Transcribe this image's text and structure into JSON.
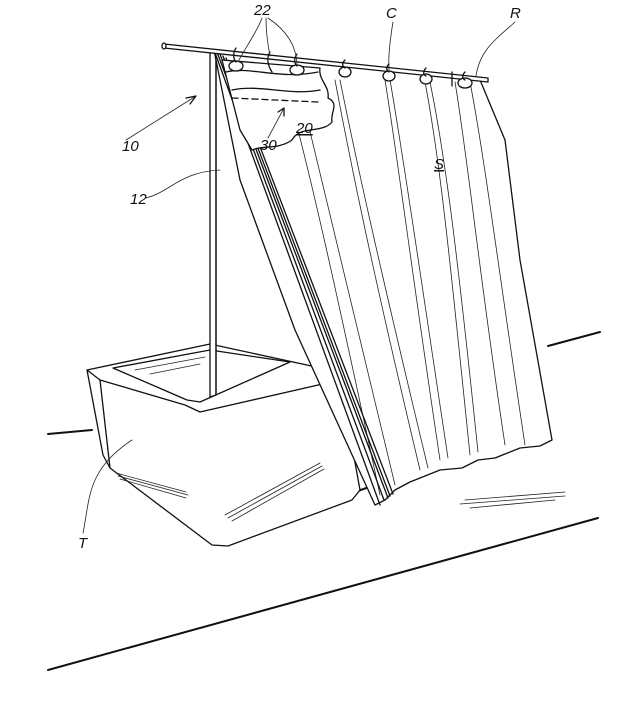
{
  "figure": {
    "type": "patent-line-drawing",
    "subject": "shower curtain on rod over bathtub"
  },
  "labels": {
    "hooks": "22",
    "curtain_hooks_ref": "C",
    "rod": "R",
    "assembly": "10",
    "fold_line": "30",
    "liner_panel": "20",
    "shower_curtain": "S",
    "side_panel": "12",
    "tub": "T"
  },
  "colors": {
    "ink": "#111111",
    "background": "#ffffff"
  }
}
